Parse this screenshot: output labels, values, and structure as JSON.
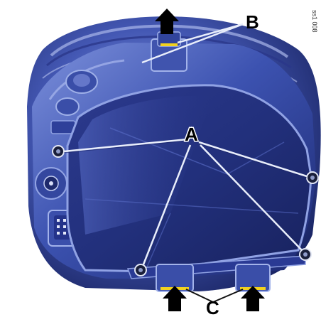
{
  "callouts": {
    "a": "A",
    "b": "B",
    "c": "C"
  },
  "side_code": "ss1 008",
  "colors": {
    "housing_dark": "#1d2a6e",
    "housing_mid": "#3448a6",
    "housing_light": "#6f84d2",
    "highlight_yellow": "#f2d21e",
    "arrow": "#000000",
    "leader_line": "#e9eefb"
  },
  "icons": {
    "arrow_up": "arrow-up-icon",
    "screw": "screw-head-icon"
  }
}
